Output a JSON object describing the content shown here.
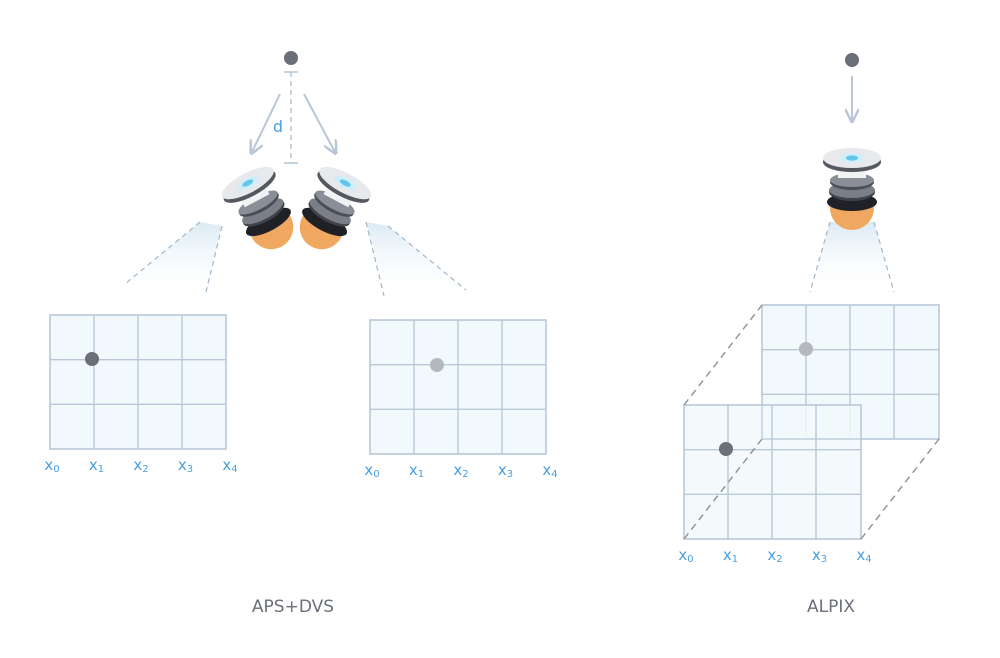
{
  "left": {
    "caption": "APS+DVS",
    "distance_label": "d",
    "sensor_left": {
      "ticks": [
        "x0",
        "x1",
        "x2",
        "x3",
        "x4"
      ]
    },
    "sensor_right": {
      "ticks": [
        "x0",
        "x1",
        "x2",
        "x3",
        "x4"
      ]
    }
  },
  "right": {
    "caption": "ALPIX",
    "sensor_back": {},
    "sensor_front": {
      "ticks": [
        "x0",
        "x1",
        "x2",
        "x3",
        "x4"
      ]
    }
  },
  "colors": {
    "accent": "#4aa0e0",
    "point_dark": "#6b6f78",
    "point_light": "#b5b8be",
    "lens_orange": "#f0a860"
  },
  "icons": [
    "camera-icon",
    "point-source-icon",
    "arrow-icon"
  ]
}
